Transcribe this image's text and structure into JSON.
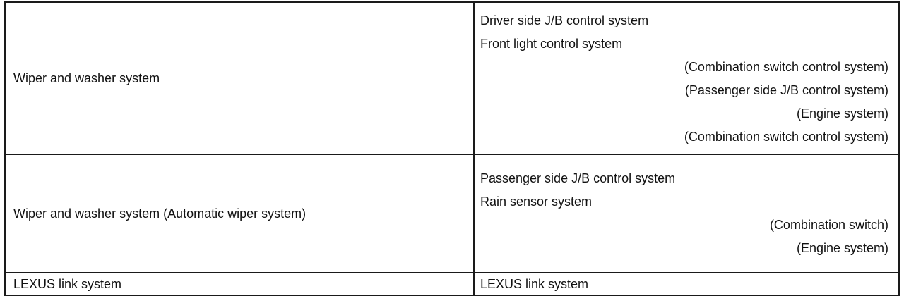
{
  "rows": [
    {
      "system": "Wiper and washer system",
      "related": [
        {
          "text": "Driver side J/B control system",
          "kind": "primary"
        },
        {
          "text": "Front light control system",
          "kind": "primary"
        },
        {
          "text": "(Combination switch control system)",
          "kind": "sub"
        },
        {
          "text": "(Passenger side J/B control system)",
          "kind": "sub"
        },
        {
          "text": "(Engine system)",
          "kind": "sub"
        },
        {
          "text": "(Combination switch control system)",
          "kind": "sub"
        }
      ]
    },
    {
      "system": "Wiper and washer system (Automatic wiper system)",
      "related": [
        {
          "text": "Passenger side J/B control system",
          "kind": "primary"
        },
        {
          "text": "Rain sensor system",
          "kind": "primary"
        },
        {
          "text": "(Combination switch)",
          "kind": "sub"
        },
        {
          "text": "(Engine system)",
          "kind": "sub"
        }
      ]
    },
    {
      "system": "LEXUS link system",
      "related": [
        {
          "text": "LEXUS link system",
          "kind": "primary"
        }
      ]
    }
  ]
}
